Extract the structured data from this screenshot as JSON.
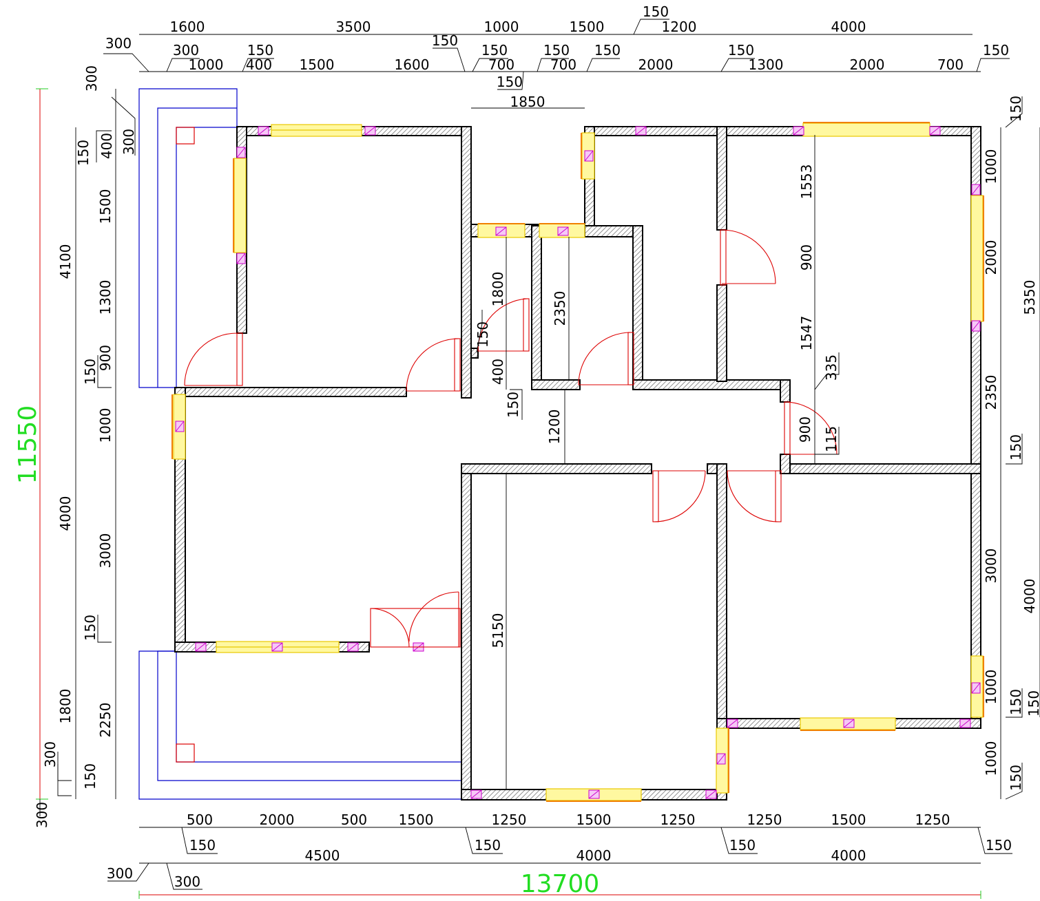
{
  "overall": {
    "width": "13700",
    "height": "11550"
  },
  "dims": {
    "top_row1": [
      "1600",
      "3500",
      "1000",
      "1500",
      "150",
      "1200",
      "4000"
    ],
    "top_row2": [
      "300",
      "300",
      "1000",
      "150",
      "400",
      "1500",
      "1600",
      "150",
      "150",
      "700",
      "150",
      "150",
      "700",
      "150",
      "2000",
      "150",
      "1300",
      "2000",
      "700",
      "150"
    ],
    "top_1850": "1850",
    "left_outer": [
      "4100",
      "4000",
      "1800",
      "300",
      "300"
    ],
    "left_inner": [
      "300",
      "150",
      "400",
      "300",
      "1500",
      "1300",
      "150",
      "900",
      "1000",
      "3000",
      "150",
      "2250",
      "150"
    ],
    "right_inner": [
      "150",
      "1000",
      "2000",
      "2350",
      "150",
      "3000",
      "1000",
      "150",
      "1000",
      "150"
    ],
    "right_outer": [
      "5350",
      "4000",
      "150"
    ],
    "interior": [
      "1553",
      "900",
      "1547",
      "335",
      "900",
      "115",
      "1800",
      "150",
      "400",
      "150",
      "2350",
      "1200",
      "5150"
    ],
    "bottom_row1": [
      "500",
      "2000",
      "500",
      "1500",
      "1250",
      "1500",
      "1250",
      "1250",
      "1500",
      "1250"
    ],
    "bottom_row2": [
      "150",
      "4500",
      "150",
      "4000",
      "150",
      "4000",
      "150"
    ],
    "bottom_row3": [
      "300",
      "300"
    ]
  }
}
